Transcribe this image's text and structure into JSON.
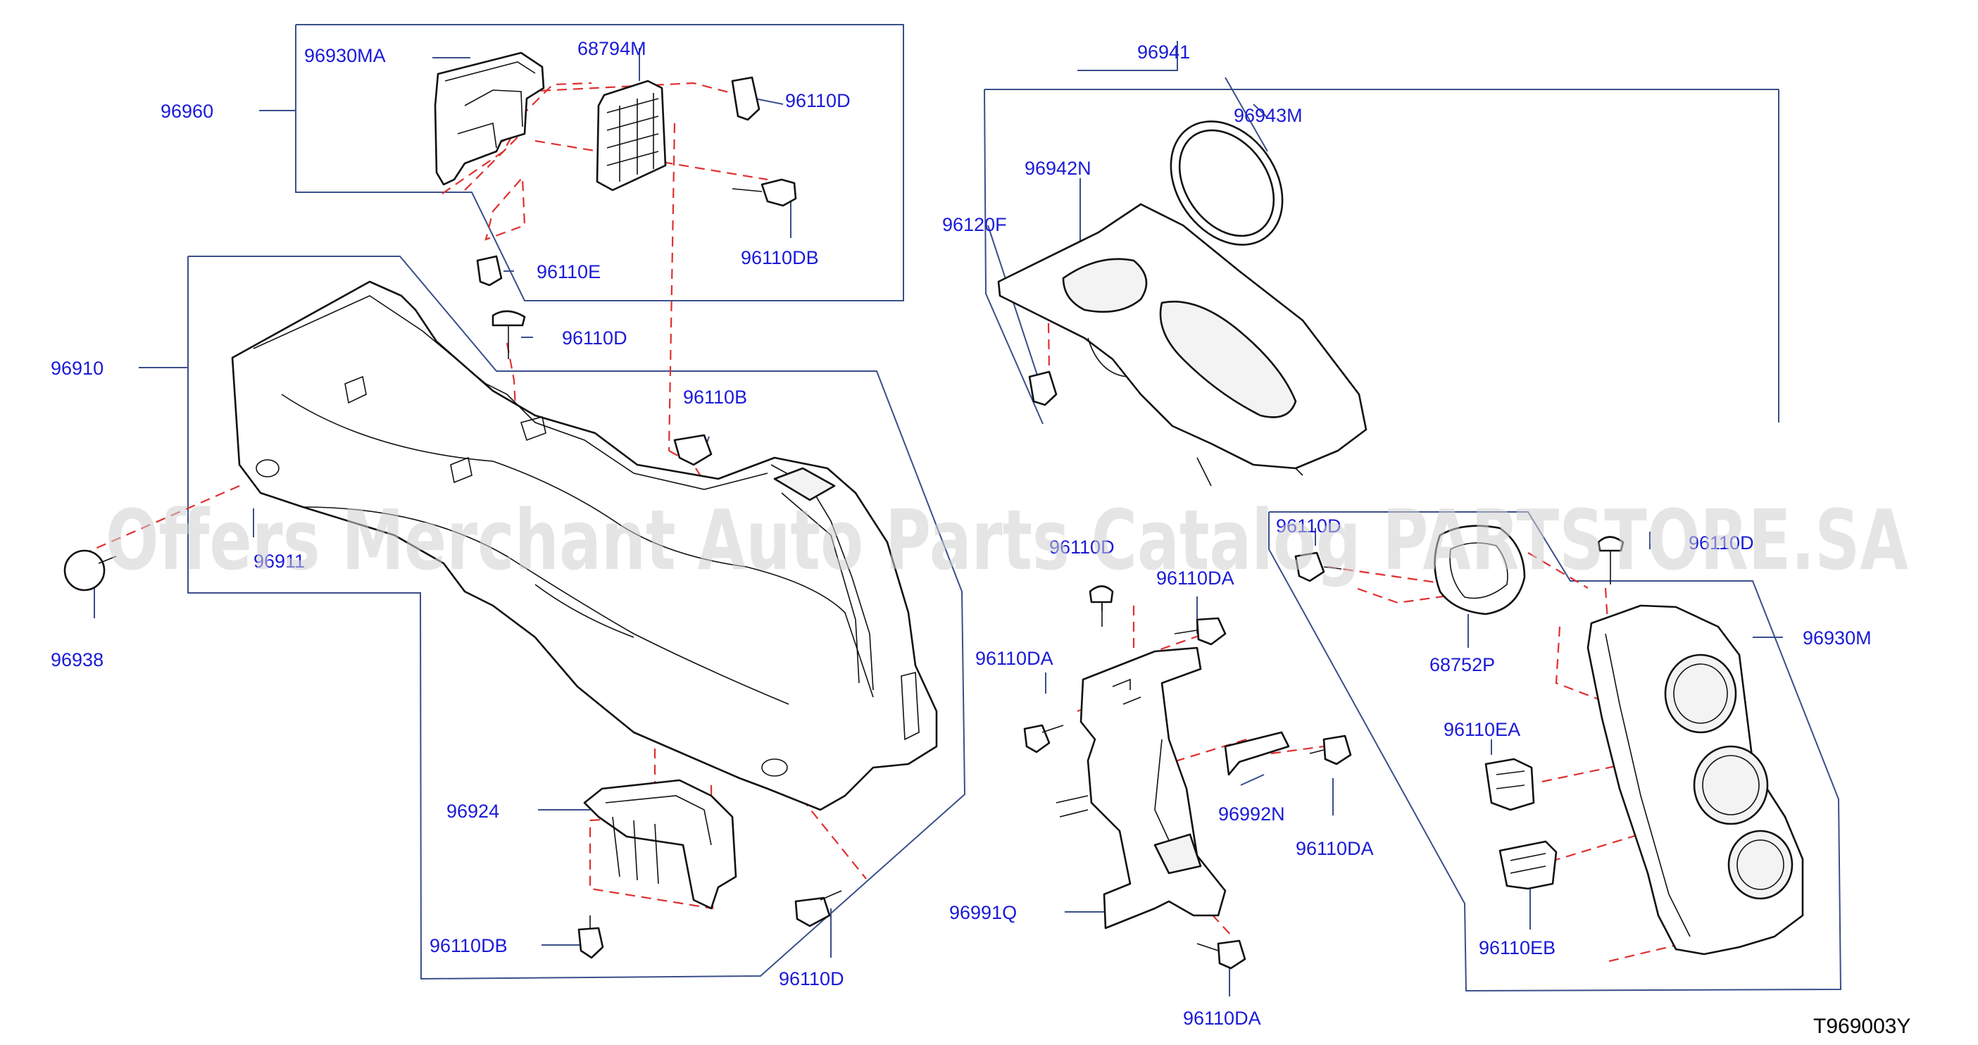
{
  "diagram": {
    "drawing_code": "T969003Y",
    "watermark": "Offers Merchant Auto Parts Catalog PARTSTORE.SA",
    "colors": {
      "label": "#1a1ad8",
      "leader": "#3a4f8a",
      "dashed": "#e03030",
      "outline": "#111111"
    },
    "labels": {
      "p96930MA": "96930MA",
      "p68794M": "68794M",
      "p96110D_a": "96110D",
      "p96960": "96960",
      "p96110DB_a": "96110DB",
      "p96110E": "96110E",
      "p96110D_b": "96110D",
      "p96910": "96910",
      "p96110B": "96110B",
      "p96911": "96911",
      "p96938": "96938",
      "p96924": "96924",
      "p96110DB_b": "96110DB",
      "p96110D_c": "96110D",
      "p96941": "96941",
      "p96943M": "96943M",
      "p96942N": "96942N",
      "p96120F": "96120F",
      "p96110D_d": "96110D",
      "p96110DA_a": "96110DA",
      "p96110DA_b": "96110DA",
      "p96992N": "96992N",
      "p96110DA_c": "96110DA",
      "p96991Q": "96991Q",
      "p96110DA_d": "96110DA",
      "p96110D_e": "96110D",
      "p68752P": "68752P",
      "p96110D_f": "96110D",
      "p96930M": "96930M",
      "p96110EA": "96110EA",
      "p96110EB": "96110EB"
    }
  }
}
